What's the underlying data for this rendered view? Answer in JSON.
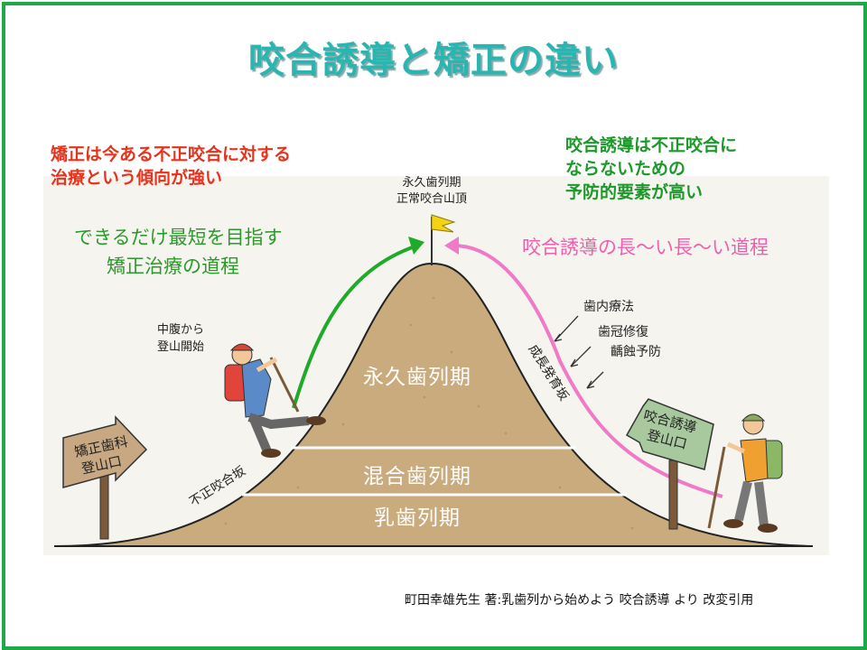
{
  "title": "咬合誘導と矯正の違い",
  "left_note": {
    "line1": "矯正は今ある不正咬合に対する",
    "line2": "治療という傾向が強い"
  },
  "right_note": {
    "line1": "咬合誘導は不正咬合に",
    "line2": "ならないための",
    "line3": "予防的要素が高い"
  },
  "peak_label": {
    "line1": "永久歯列期",
    "line2": "正常咬合山頂"
  },
  "short_path": {
    "line1": "できるだけ最短を目指す",
    "line2": "矯正治療の道程"
  },
  "long_path": "咬合誘導の長〜い長〜い道程",
  "hiker_left": {
    "line1": "中腹から",
    "line2": "登山開始"
  },
  "left_sign": {
    "line1": "矯正歯科",
    "line2": "登山口"
  },
  "right_sign": {
    "line1": "咬合誘導",
    "line2": "登山口"
  },
  "left_slope": "不正咬合坂",
  "right_slope": "成長発育坂",
  "treatments": [
    "歯内療法",
    "歯冠修復",
    "齲蝕予防"
  ],
  "layers": {
    "top": "永久歯列期",
    "middle": "混合歯列期",
    "bottom": "乳歯列期"
  },
  "citation": "町田幸雄先生 著:乳歯列から始めよう 咬合誘導 より 改変引用",
  "colors": {
    "frame": "#1fa84a",
    "title": "#2bb5b0",
    "mountain": "#c8aa7c",
    "short_arrow": "#1faa2a",
    "long_arrow": "#f07ac8",
    "flag": "#f5d312"
  }
}
